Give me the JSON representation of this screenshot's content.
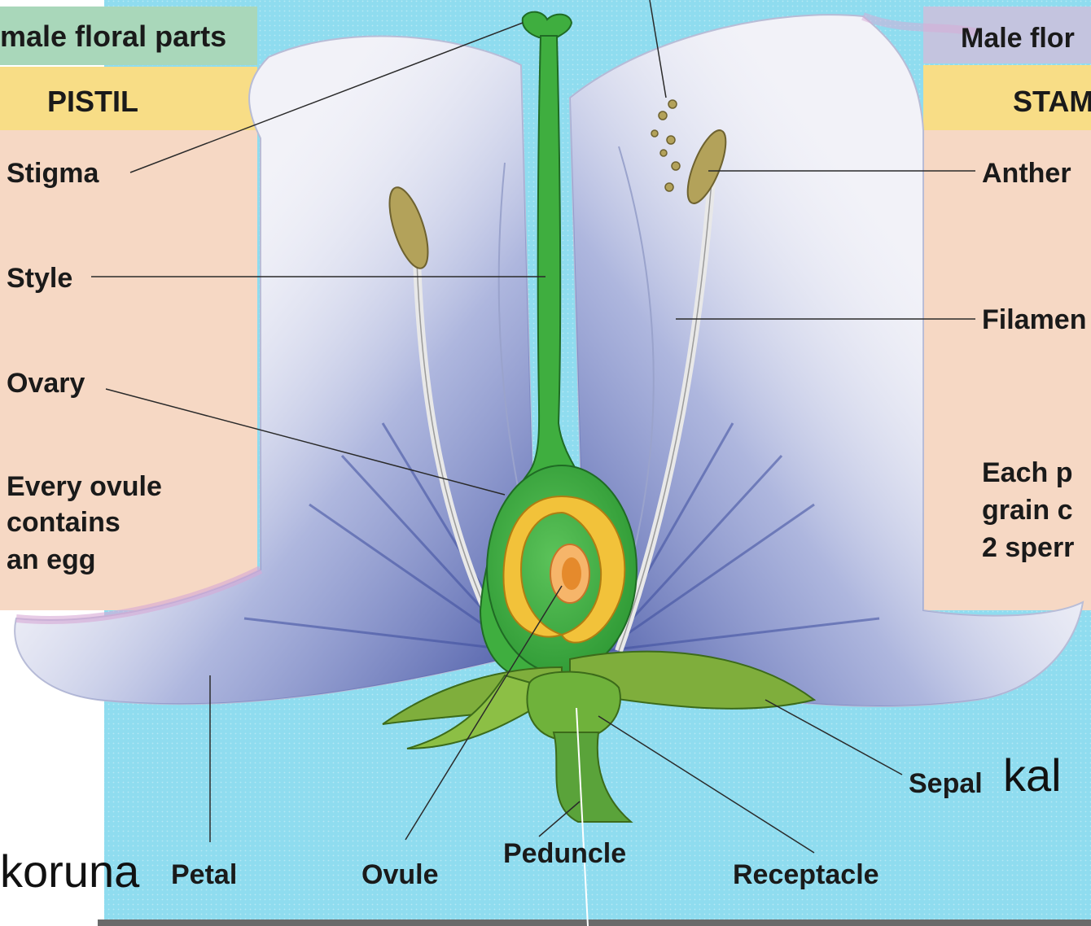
{
  "colors": {
    "background": "#8fdcef",
    "female_header": "#a9d7ba",
    "male_header": "#c4c4df",
    "section_header": "#f8dd86",
    "panel": "#f6d8c4",
    "petal": "#f2f2f8",
    "petal_vein": "#3d4d9e",
    "pistil_green": "#3fae3f",
    "ovary_yellow": "#f2c23a",
    "anther": "#b3a25a",
    "sepal": "#7fae3c"
  },
  "left_panel": {
    "header": "male floral parts",
    "section": "PISTIL",
    "stigma": "Stigma",
    "style": "Style",
    "ovary": "Ovary",
    "note_line1": "Every ovule",
    "note_line2": "contains",
    "note_line3": "an egg"
  },
  "right_panel": {
    "header": "Male flor",
    "section": "STAM",
    "anther": "Anther",
    "filament": "Filamen",
    "note_line1": "Each p",
    "note_line2": "grain c",
    "note_line3": "2 sperr"
  },
  "bottom_labels": {
    "petal": "Petal",
    "ovule": "Ovule",
    "peduncle": "Peduncle",
    "receptacle": "Receptacle",
    "sepal": "Sepal"
  },
  "annotations": {
    "koruna": "koruna",
    "kal": "kal"
  }
}
